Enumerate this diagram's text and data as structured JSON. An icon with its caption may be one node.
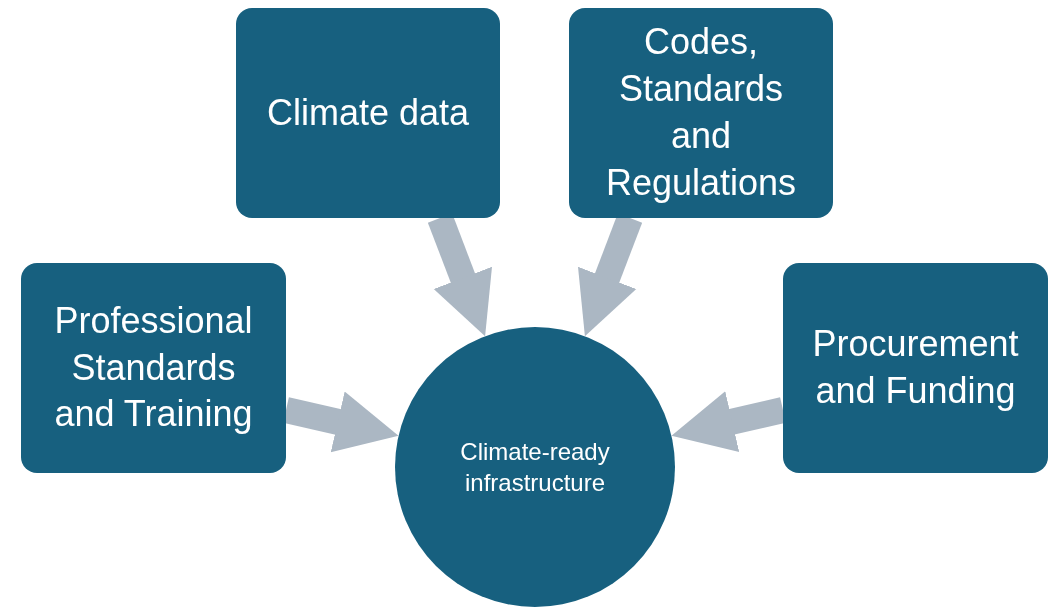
{
  "diagram": {
    "nodes": [
      {
        "text": [
          "Climate data"
        ]
      },
      {
        "text": [
          "Codes, Standards and Regulations"
        ]
      },
      {
        "text": [
          "Professional Standards and Training"
        ]
      },
      {
        "text": [
          "Procurement and Funding"
        ]
      },
      {
        "text": [
          "Climate-ready infrastructure"
        ]
      }
    ],
    "edges": [
      {
        "from": 0,
        "to": 4,
        "arrow": "to",
        "style": "thick"
      },
      {
        "from": 1,
        "to": 4,
        "arrow": "to",
        "style": "thick"
      },
      {
        "from": 2,
        "to": 4,
        "arrow": "to",
        "style": "thick"
      },
      {
        "from": 3,
        "to": 4,
        "arrow": "to",
        "style": "thick"
      }
    ]
  }
}
